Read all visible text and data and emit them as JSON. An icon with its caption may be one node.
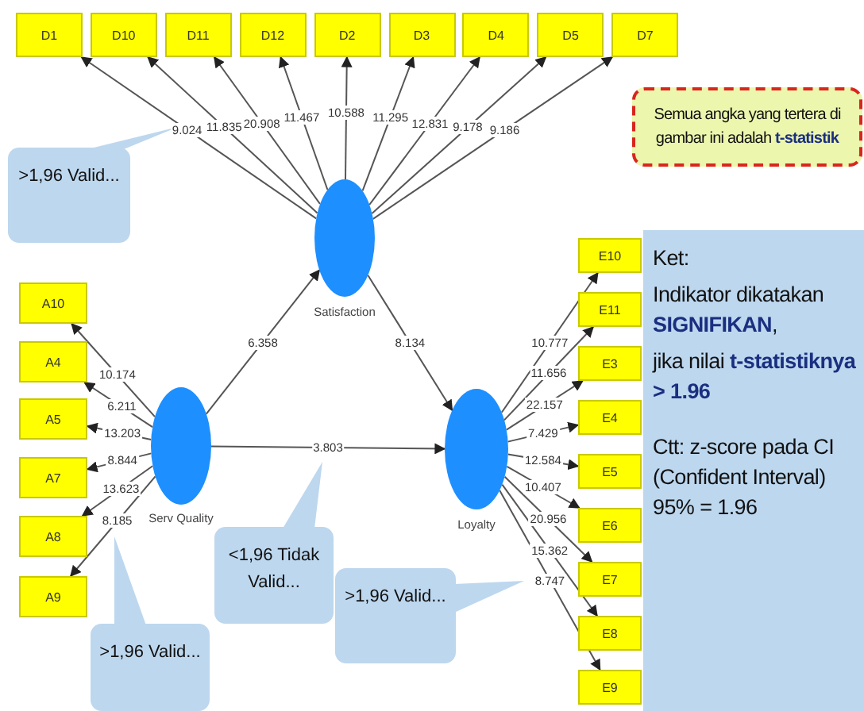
{
  "diagram": {
    "nodes": [
      {
        "text": [
          "D1"
        ]
      },
      {
        "text": [
          "D10"
        ]
      },
      {
        "text": [
          "D11"
        ]
      },
      {
        "text": [
          "D12"
        ]
      },
      {
        "text": [
          "D2"
        ]
      },
      {
        "text": [
          "D3"
        ]
      },
      {
        "text": [
          "D4"
        ]
      },
      {
        "text": [
          "D5"
        ]
      },
      {
        "text": [
          "D7"
        ]
      },
      {
        "text": [],
        "shape": "circle",
        "beside": [
          "Satisfaction"
        ]
      },
      {
        "text": [],
        "shape": "circle",
        "beside": [
          "Serv Quality"
        ]
      },
      {
        "text": [],
        "shape": "circle",
        "beside": [
          "Loyalty"
        ]
      },
      {
        "text": [
          "A10"
        ]
      },
      {
        "text": [
          "A4"
        ]
      },
      {
        "text": [
          "A5"
        ]
      },
      {
        "text": [
          "A7"
        ]
      },
      {
        "text": [
          "A8"
        ]
      },
      {
        "text": [
          "A9"
        ]
      },
      {
        "text": [
          "E10"
        ]
      },
      {
        "text": [
          "E11"
        ]
      },
      {
        "text": [
          "E3"
        ]
      },
      {
        "text": [
          "E4"
        ]
      },
      {
        "text": [
          "E5"
        ]
      },
      {
        "text": [
          "E6"
        ]
      },
      {
        "text": [
          "E7"
        ]
      },
      {
        "text": [
          "E8"
        ]
      },
      {
        "text": [
          "E9"
        ]
      },
      {
        "text": [
          "Semua angka yang tertera di gambar ini adalah **t-statistik**"
        ]
      },
      {
        "text": [
          "Ket:",
          "Indikator dikatakan **SIGNIFIKAN**,",
          "jika nilai **t-statistiknya > 1.96**",
          "Ctt: z-score pada CI (Confident Interval) 95% = 1.96"
        ]
      },
      {
        "text": [
          ">1,96 Valid..."
        ]
      },
      {
        "text": [
          "<1,96 Tidak Valid..."
        ]
      },
      {
        "text": [
          ">1,96 Valid..."
        ]
      },
      {
        "text": [
          ">1,96 Valid..."
        ]
      }
    ],
    "edges": [
      {
        "from": 9,
        "to": 0,
        "arrow": "to",
        "label": "9.024"
      },
      {
        "from": 9,
        "to": 1,
        "arrow": "to",
        "label": "11.835"
      },
      {
        "from": 9,
        "to": 2,
        "arrow": "to",
        "label": "20.908"
      },
      {
        "from": 9,
        "to": 3,
        "arrow": "to",
        "label": "11.467"
      },
      {
        "from": 9,
        "to": 4,
        "arrow": "to",
        "label": "10.588"
      },
      {
        "from": 9,
        "to": 5,
        "arrow": "to",
        "label": "11.295"
      },
      {
        "from": 9,
        "to": 6,
        "arrow": "to",
        "label": "12.831"
      },
      {
        "from": 9,
        "to": 7,
        "arrow": "to",
        "label": "9.178"
      },
      {
        "from": 9,
        "to": 8,
        "arrow": "to",
        "label": "9.186"
      },
      {
        "from": 10,
        "to": 12,
        "arrow": "to",
        "label": "10.174"
      },
      {
        "from": 10,
        "to": 13,
        "arrow": "to",
        "label": "6.211"
      },
      {
        "from": 10,
        "to": 14,
        "arrow": "to",
        "label": "13.203"
      },
      {
        "from": 10,
        "to": 15,
        "arrow": "to",
        "label": "8.844"
      },
      {
        "from": 10,
        "to": 16,
        "arrow": "to",
        "label": "13.623"
      },
      {
        "from": 10,
        "to": 17,
        "arrow": "to",
        "label": "8.185"
      },
      {
        "from": 11,
        "to": 18,
        "arrow": "to",
        "label": "10.777"
      },
      {
        "from": 11,
        "to": 19,
        "arrow": "to",
        "label": "11.656"
      },
      {
        "from": 11,
        "to": 20,
        "arrow": "to",
        "label": "22.157"
      },
      {
        "from": 11,
        "to": 21,
        "arrow": "to",
        "label": "7.429"
      },
      {
        "from": 11,
        "to": 22,
        "arrow": "to",
        "label": "12.584"
      },
      {
        "from": 11,
        "to": 23,
        "arrow": "to",
        "label": "10.407"
      },
      {
        "from": 11,
        "to": 24,
        "arrow": "to",
        "label": "20.956"
      },
      {
        "from": 11,
        "to": 25,
        "arrow": "to",
        "label": "15.362"
      },
      {
        "from": 11,
        "to": 26,
        "arrow": "to",
        "label": "8.747"
      },
      {
        "from": 10,
        "to": 9,
        "arrow": "to",
        "label": "6.358"
      },
      {
        "from": 9,
        "to": 11,
        "arrow": "to",
        "label": "8.134"
      },
      {
        "from": 10,
        "to": 11,
        "arrow": "to",
        "label": "3.803"
      }
    ]
  }
}
